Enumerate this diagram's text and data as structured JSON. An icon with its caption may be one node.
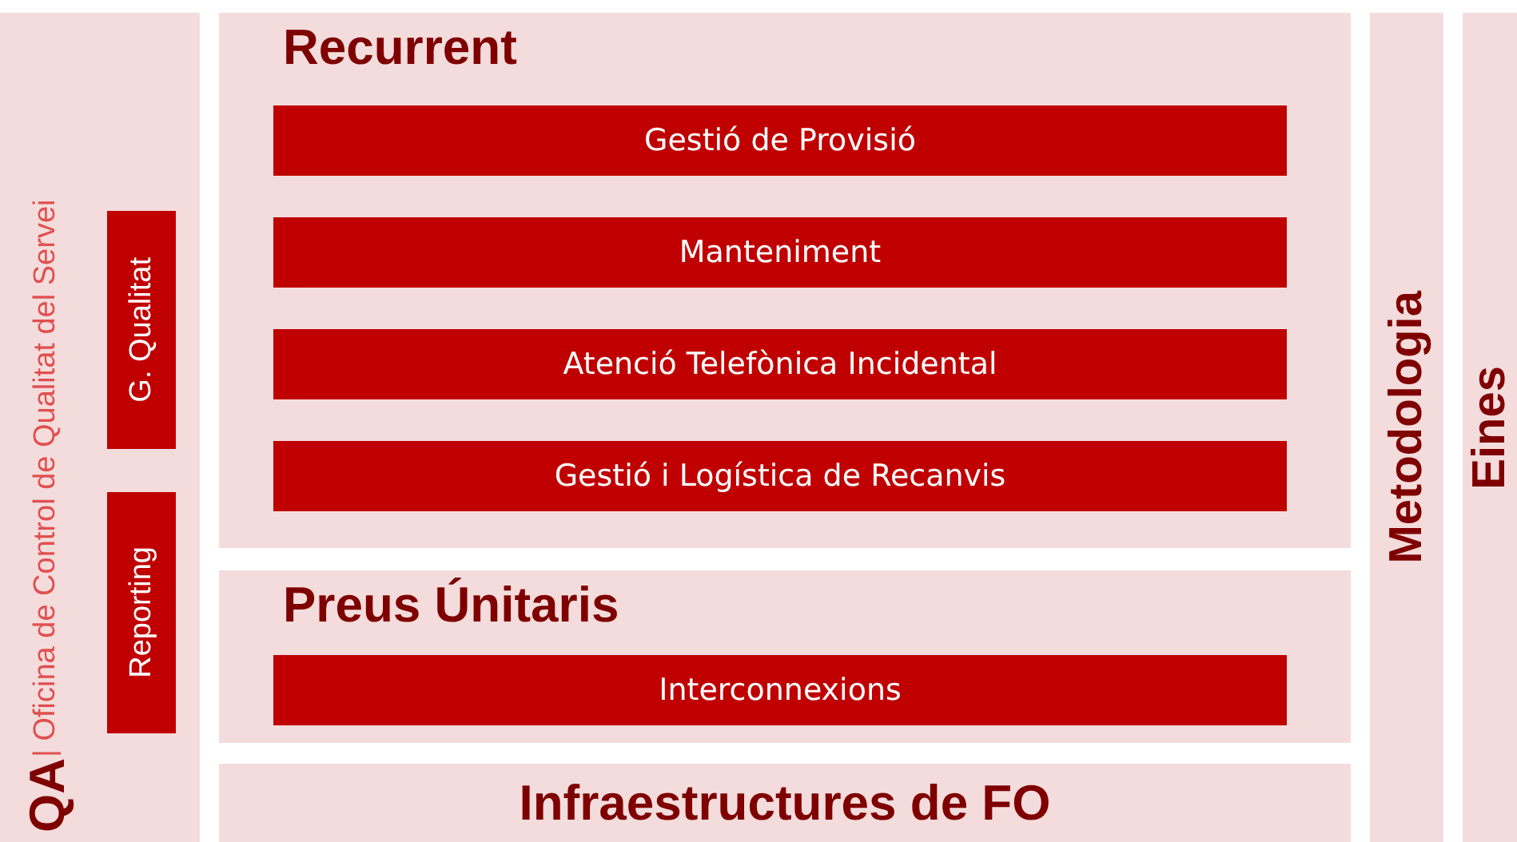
{
  "diagram": {
    "nodes": [
      {
        "text": [
          "QA",
          "| Oficina de Control de Qualitat del Servei"
        ]
      },
      {
        "text": [
          "G. Qualitat"
        ],
        "in": 0
      },
      {
        "text": [
          "Reporting"
        ],
        "in": 0
      },
      {
        "text": [
          "Recurrent"
        ]
      },
      {
        "text": [
          "Gestió de Provisió"
        ],
        "in": 3
      },
      {
        "text": [
          "Manteniment"
        ],
        "in": 3
      },
      {
        "text": [
          "Atenció Telefònica Incidental"
        ],
        "in": 3
      },
      {
        "text": [
          "Gestió i Logística de Recanvis"
        ],
        "in": 3
      },
      {
        "text": [
          "Preus Únitaris"
        ]
      },
      {
        "text": [
          "Interconnexions"
        ],
        "in": 8
      },
      {
        "text": [
          "Infraestructures de FO"
        ]
      },
      {
        "text": [
          "Metodologia"
        ]
      },
      {
        "text": [
          "Eines"
        ]
      }
    ]
  }
}
